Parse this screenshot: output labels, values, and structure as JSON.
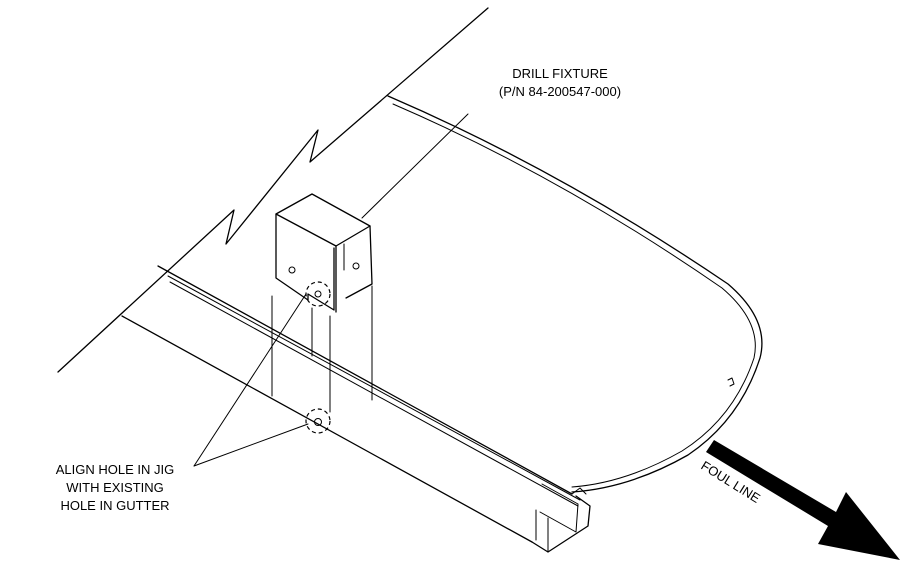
{
  "callouts": {
    "fixture_name": "DRILL FIXTURE",
    "fixture_part_number": "(P/N 84-200547-000)",
    "align_line1": "ALIGN HOLE IN JIG",
    "align_line2": "WITH EXISTING",
    "align_line3": "HOLE IN GUTTER",
    "direction": "FOUL LINE"
  }
}
